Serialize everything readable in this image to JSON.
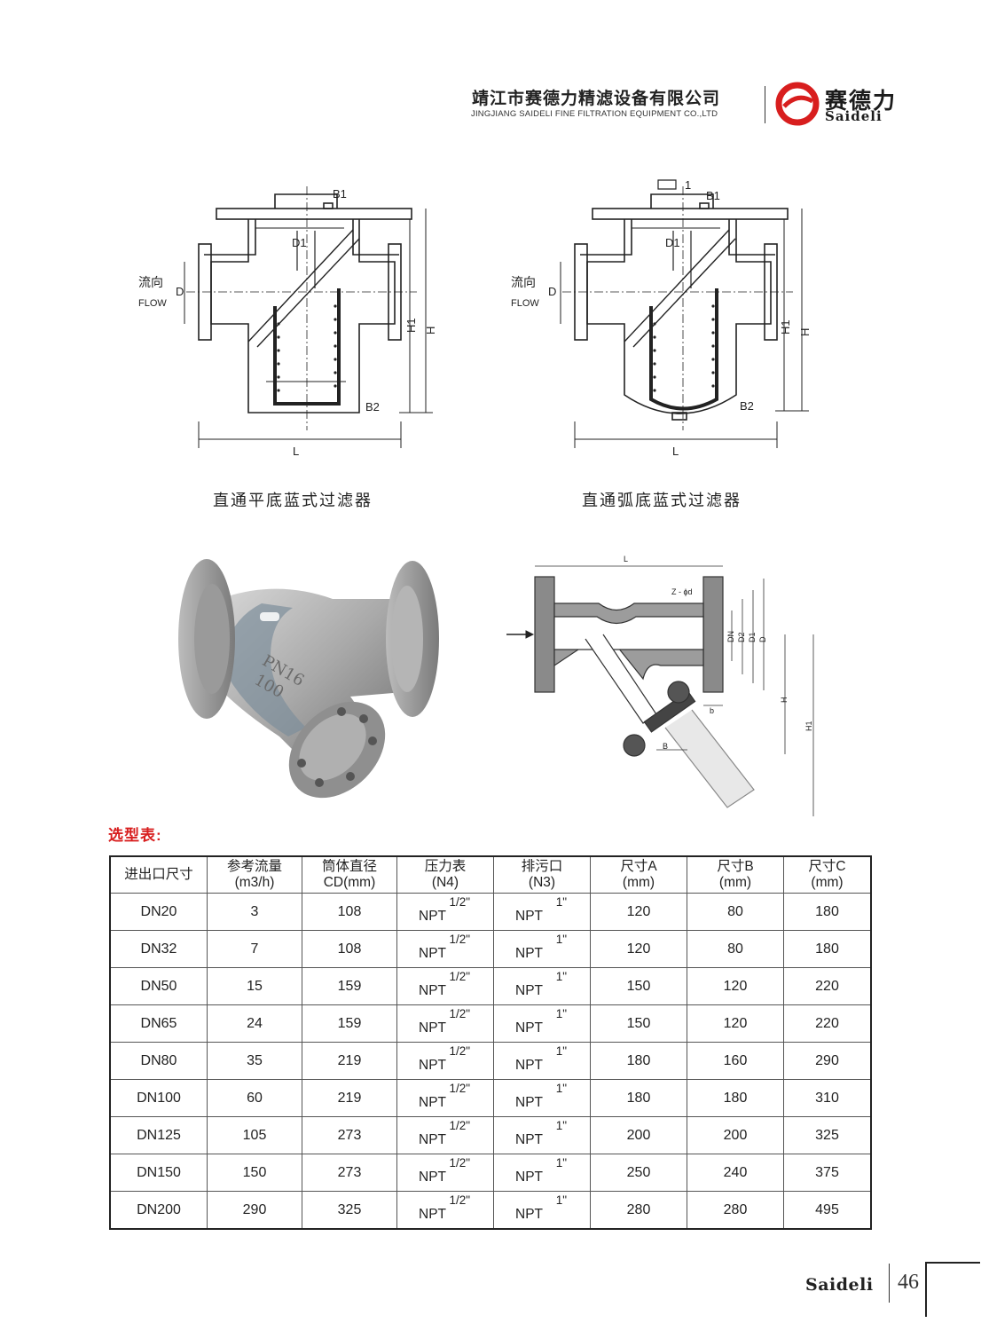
{
  "header": {
    "company_cn": "靖江市赛德力精滤设备有限公司",
    "company_en": "JINGJIANG SAIDELI FINE FILTRATION EQUIPMENT CO.,LTD",
    "logo_cn": "赛德力",
    "logo_en": "Saideli"
  },
  "diagram_left": {
    "caption": "直通平底蓝式过滤器",
    "flow_cn": "流向",
    "flow_en": "FLOW",
    "labels": [
      "B1",
      "D1",
      "D",
      "H1",
      "H",
      "B2",
      "L"
    ]
  },
  "diagram_right": {
    "caption": "直通弧底蓝式过滤器",
    "flow_cn": "流向",
    "flow_en": "FLOW",
    "callout": "1",
    "labels": [
      "B1",
      "D1",
      "D",
      "H1",
      "H",
      "B2",
      "L"
    ]
  },
  "photo": {
    "cast_text_1": "PN16",
    "cast_text_2": "100"
  },
  "y_diagram": {
    "labels": [
      "L",
      "Z - ϕd",
      "DN",
      "D2",
      "D1",
      "D",
      "b",
      "H",
      "H1",
      "B"
    ]
  },
  "selection": {
    "title": "选型表:",
    "headers": [
      {
        "l1": "进出口尺寸",
        "l2": ""
      },
      {
        "l1": "参考流量",
        "l2": "(m3/h)"
      },
      {
        "l1": "筒体直径",
        "l2": "CD(mm)"
      },
      {
        "l1": "压力表",
        "l2": "(N4)"
      },
      {
        "l1": "排污口",
        "l2": "(N3)"
      },
      {
        "l1": "尺寸A",
        "l2": "(mm)"
      },
      {
        "l1": "尺寸B",
        "l2": "(mm)"
      },
      {
        "l1": "尺寸C",
        "l2": "(mm)"
      }
    ],
    "rows": [
      {
        "size": "DN20",
        "flow": "3",
        "cd": "108",
        "n4_size": "1/2\"",
        "n4_type": "NPT",
        "n3_size": "1\"",
        "n3_type": "NPT",
        "a": "120",
        "b": "80",
        "c": "180"
      },
      {
        "size": "DN32",
        "flow": "7",
        "cd": "108",
        "n4_size": "1/2\"",
        "n4_type": "NPT",
        "n3_size": "1\"",
        "n3_type": "NPT",
        "a": "120",
        "b": "80",
        "c": "180"
      },
      {
        "size": "DN50",
        "flow": "15",
        "cd": "159",
        "n4_size": "1/2\"",
        "n4_type": "NPT",
        "n3_size": "1\"",
        "n3_type": "NPT",
        "a": "150",
        "b": "120",
        "c": "220"
      },
      {
        "size": "DN65",
        "flow": "24",
        "cd": "159",
        "n4_size": "1/2\"",
        "n4_type": "NPT",
        "n3_size": "1\"",
        "n3_type": "NPT",
        "a": "150",
        "b": "120",
        "c": "220"
      },
      {
        "size": "DN80",
        "flow": "35",
        "cd": "219",
        "n4_size": "1/2\"",
        "n4_type": "NPT",
        "n3_size": "1\"",
        "n3_type": "NPT",
        "a": "180",
        "b": "160",
        "c": "290"
      },
      {
        "size": "DN100",
        "flow": "60",
        "cd": "219",
        "n4_size": "1/2\"",
        "n4_type": "NPT",
        "n3_size": "1\"",
        "n3_type": "NPT",
        "a": "180",
        "b": "180",
        "c": "310"
      },
      {
        "size": "DN125",
        "flow": "105",
        "cd": "273",
        "n4_size": "1/2\"",
        "n4_type": "NPT",
        "n3_size": "1\"",
        "n3_type": "NPT",
        "a": "200",
        "b": "200",
        "c": "325"
      },
      {
        "size": "DN150",
        "flow": "150",
        "cd": "273",
        "n4_size": "1/2\"",
        "n4_type": "NPT",
        "n3_size": "1\"",
        "n3_type": "NPT",
        "a": "250",
        "b": "240",
        "c": "375"
      },
      {
        "size": "DN200",
        "flow": "290",
        "cd": "325",
        "n4_size": "1/2\"",
        "n4_type": "NPT",
        "n3_size": "1\"",
        "n3_type": "NPT",
        "a": "280",
        "b": "280",
        "c": "495"
      }
    ]
  },
  "footer": {
    "brand": "Saideli",
    "page": "46"
  },
  "colors": {
    "accent_red": "#d81e1e",
    "ink": "#1a1a1a"
  }
}
